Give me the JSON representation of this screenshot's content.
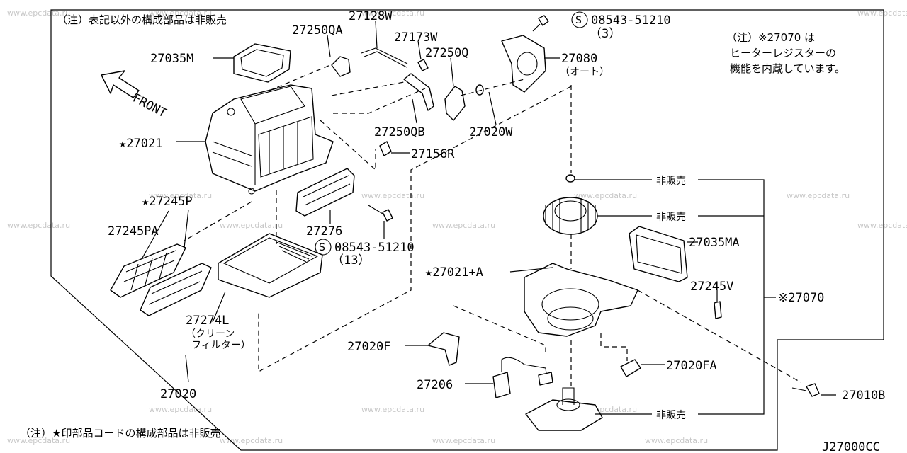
{
  "watermark": "www.epcdata.ru",
  "notes": {
    "top_left": "（注）表記以外の構成部品は非販売",
    "bottom_left": "（注）★印部品コードの構成部品は非販売",
    "right_line1": "（注）※27070 は",
    "right_line2": "ヒーターレジスターの",
    "right_line3": "機能を内蔵しています。"
  },
  "direction_label": "FRONT",
  "diagram_code": "J27000CC",
  "labels": {
    "p27128W": "27128W",
    "p27250QA": "27250QA",
    "p27173W": "27173W",
    "p27250Q": "27250Q",
    "p27035M": "27035M",
    "p08543_top": "08543-51210",
    "p08543_top_qty": "（3）",
    "p27080": "27080",
    "p27080_sub": "（オート）",
    "p27250QB": "27250QB",
    "p27020W": "27020W",
    "p27021": "★27021",
    "p27156R": "27156R",
    "p27245P": "★27245P",
    "p27245PA": "27245PA",
    "p27276": "27276",
    "p08543_mid": "08543-51210",
    "p08543_mid_qty": "（13）",
    "p27274L": "27274L",
    "p27274L_sub1": "（クリーン",
    "p27274L_sub2": "フィルター）",
    "p27020": "27020",
    "ns1": "非販売",
    "ns2": "非販売",
    "ns3": "非販売",
    "p27035MA": "27035MA",
    "p27021A": "★27021+A",
    "p27245V": "27245V",
    "p27070": "※27070",
    "p27020F": "27020F",
    "p27020FA": "27020FA",
    "p27206": "27206",
    "p27010B": "27010B"
  }
}
